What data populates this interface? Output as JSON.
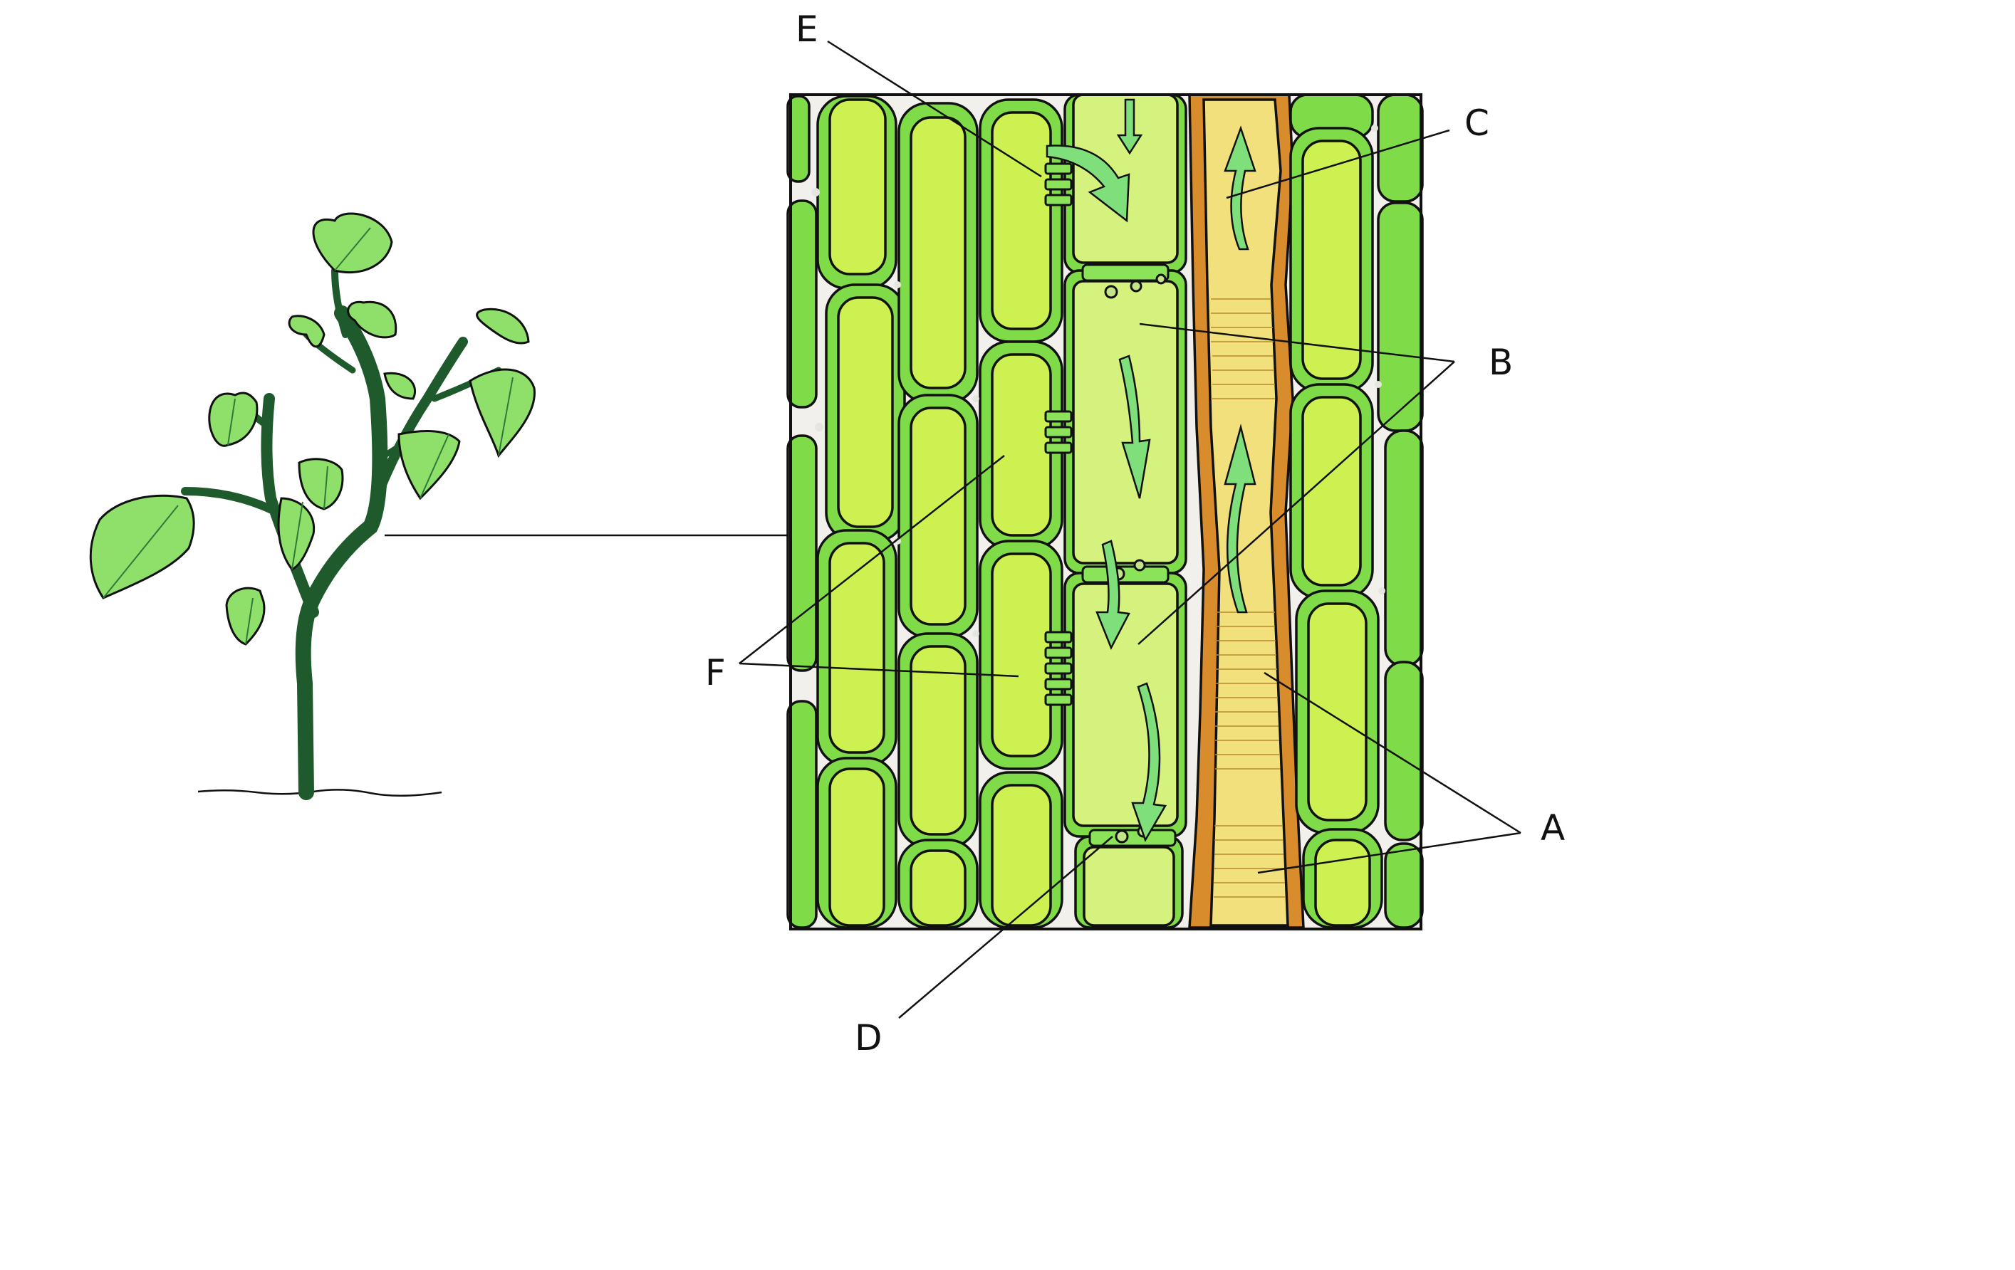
{
  "diagram": {
    "labels": {
      "a": "A",
      "b": "B",
      "c": "C",
      "d": "D",
      "e": "E",
      "f": "F"
    }
  },
  "colors": {
    "background": "#ffffff",
    "leaf_fill": "#8ee06a",
    "stem": "#1f5a2c",
    "cell_outer": "#7fdb48",
    "cell_inner": "#ccf150",
    "sieve_tube": "#d6f27e",
    "xylem_vessel": "#f1e07b",
    "xylem_wall": "#d98c2c",
    "arrow": "#7fe07b",
    "intercellular": "#f1f0ec"
  },
  "icons": {
    "flow_arrows": "flow-arrow-icon",
    "plasmodesmata": "plasmodesma-icon"
  }
}
